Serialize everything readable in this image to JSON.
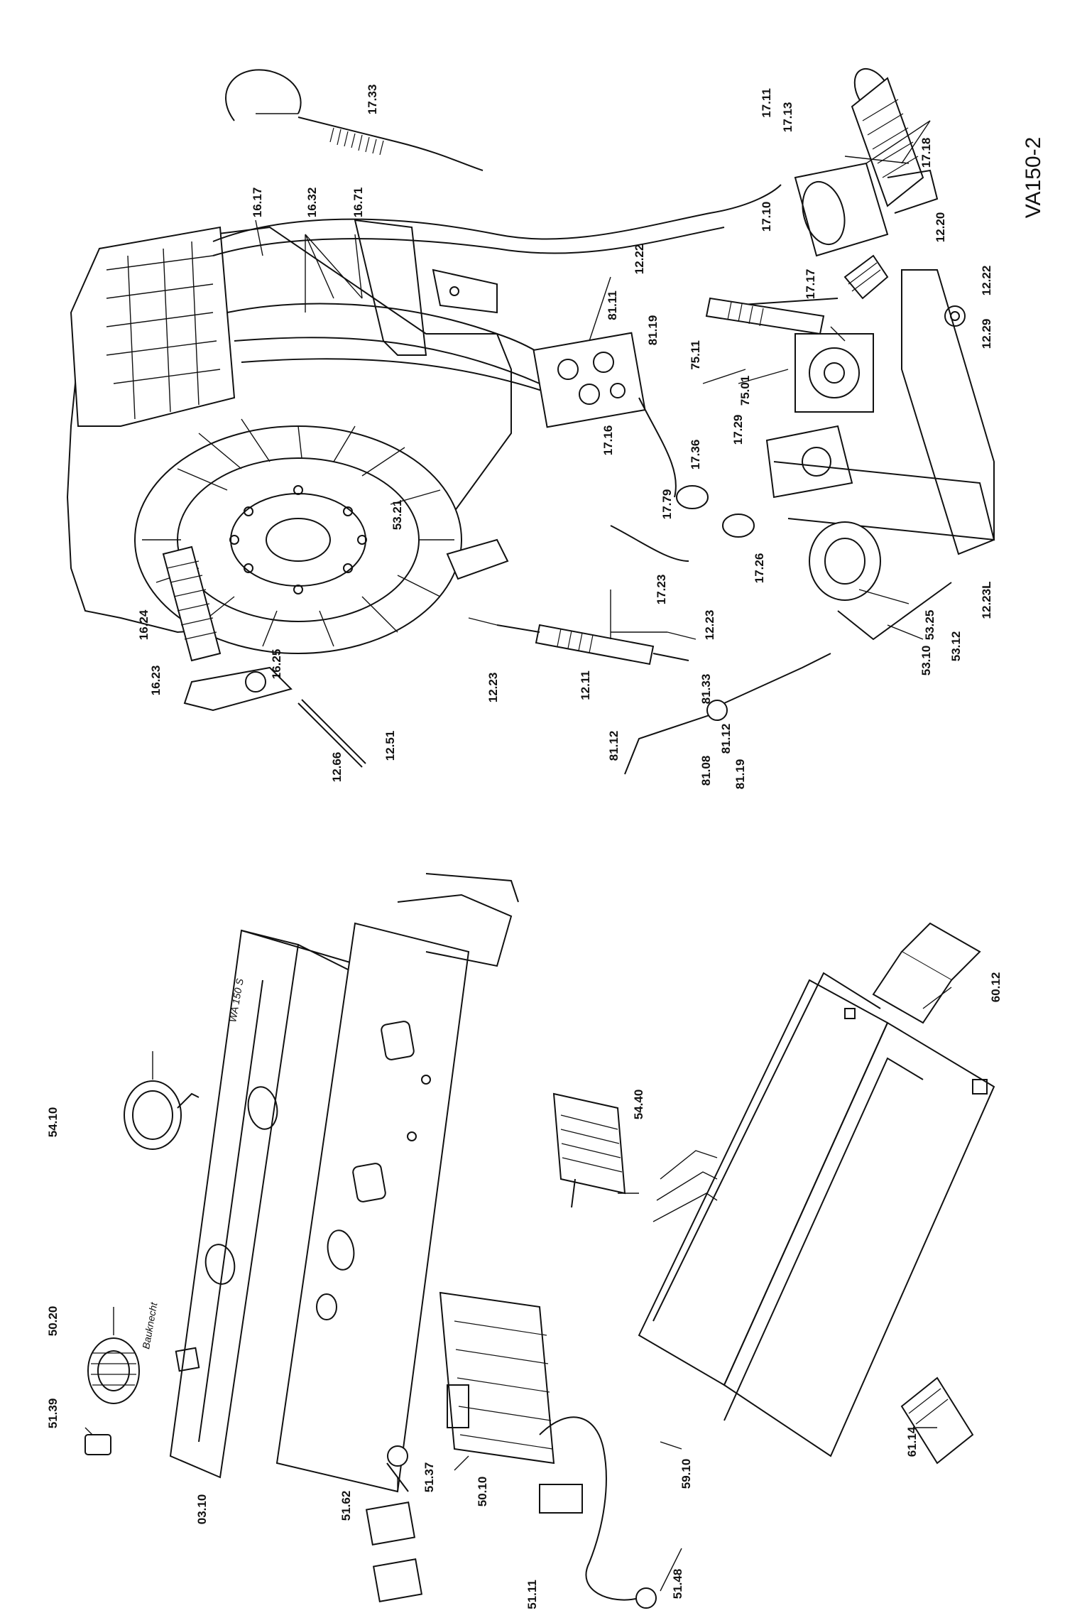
{
  "drawing_code": "VA150-2",
  "panel_text": {
    "model": "WA 150 S",
    "brand": "Bauknecht"
  },
  "part_labels": [
    "17.33",
    "16.17",
    "16.32",
    "16.71",
    "17.11",
    "17.13",
    "17.18",
    "17.10",
    "12.20",
    "12.22",
    "81.11",
    "81.19",
    "17.17",
    "12.22",
    "12.29",
    "75.11",
    "75.01",
    "17.29",
    "17.16",
    "17.36",
    "53.21",
    "17.79",
    "17.26",
    "12.23",
    "17.23",
    "16.24",
    "16.23",
    "16.25",
    "12.23",
    "12.11",
    "81.33",
    "81.12",
    "81.08",
    "81.19",
    "81.12",
    "12.51",
    "12.66",
    "53.25",
    "53.12",
    "53.10",
    "12.23L",
    "54.10",
    "50.20",
    "51.39",
    "03.10",
    "51.62",
    "51.37",
    "50.10",
    "51.11",
    "51.48",
    "54.40",
    "59.10",
    "61.14",
    "60.12"
  ]
}
